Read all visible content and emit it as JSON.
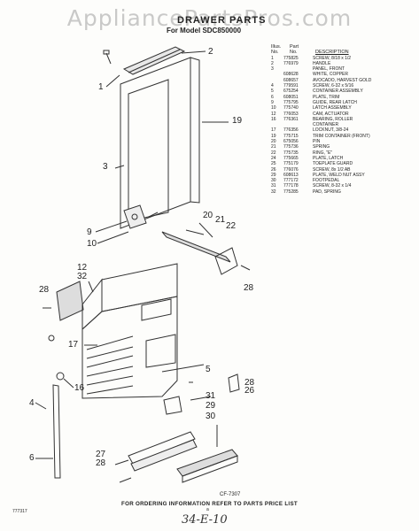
{
  "watermark": "AppliancePartsPros.com",
  "title": "DRAWER PARTS",
  "model": "For Model SDC850000",
  "parts_list": {
    "header": {
      "illus": "Illus.",
      "part": "Part",
      "no": "No.",
      "no2": "No.",
      "desc": "DESCRIPTION"
    },
    "rows": [
      {
        "no": "1",
        "part": "775825",
        "desc": "SCREW, 8/18 x 1/2"
      },
      {
        "no": "2",
        "part": "776979",
        "desc": "HANDLE"
      },
      {
        "no": "3",
        "part": "",
        "desc": "PANEL, FRONT"
      },
      {
        "no": "",
        "part": "608628",
        "desc": "WHITE, COPPER"
      },
      {
        "no": "",
        "part": "608657",
        "desc": "AVOCADO, HARVEST GOLD"
      },
      {
        "no": "4",
        "part": "779591",
        "desc": "SCREW, 6-32 x 5/16"
      },
      {
        "no": "5",
        "part": "675254",
        "desc": "CONTAINER ASSEMBLY"
      },
      {
        "no": "6",
        "part": "608051",
        "desc": "PLATE, TRIM"
      },
      {
        "no": "9",
        "part": "775795",
        "desc": "GUIDE, REAR LATCH"
      },
      {
        "no": "10",
        "part": "775740",
        "desc": "LATCH ASSEMBLY"
      },
      {
        "no": "12",
        "part": "776053",
        "desc": "CAM, ACTUATOR"
      },
      {
        "no": "16",
        "part": "776361",
        "desc": "BEARING, ROLLER"
      },
      {
        "no": "",
        "part": "",
        "desc": "CONTAINER"
      },
      {
        "no": "17",
        "part": "776356",
        "desc": "LOCKNUT, 3/8-24"
      },
      {
        "no": "19",
        "part": "775715",
        "desc": "TRIM CONTAINER (FRONT)"
      },
      {
        "no": "20",
        "part": "675056",
        "desc": "PIN"
      },
      {
        "no": "21",
        "part": "775736",
        "desc": "SPRING"
      },
      {
        "no": "22",
        "part": "775735",
        "desc": "RING, \"E\""
      },
      {
        "no": "24",
        "part": "775665",
        "desc": "PLATE, LATCH"
      },
      {
        "no": "25",
        "part": "775179",
        "desc": "TOEPLATE GUARD"
      },
      {
        "no": "26",
        "part": "776076",
        "desc": "SCREW, 8x 1/2 AB"
      },
      {
        "no": "29",
        "part": "608613",
        "desc": "PLATE, WELD NUT ASSY"
      },
      {
        "no": "30",
        "part": "777172",
        "desc": "FOOTPEDAL"
      },
      {
        "no": "31",
        "part": "777178",
        "desc": "SCREW, 8-32 x 1/4"
      },
      {
        "no": "32",
        "part": "775285",
        "desc": "PAD, SPRING"
      }
    ]
  },
  "callouts": [
    "1",
    "2",
    "19",
    "3",
    "9",
    "10",
    "20",
    "21",
    "22",
    "28",
    "12",
    "32",
    "28",
    "17",
    "5",
    "28",
    "26",
    "16",
    "31",
    "29",
    "30",
    "4",
    "27",
    "28",
    "6"
  ],
  "cf_code": "CF-7307",
  "footer": "FOR ORDERING INFORMATION REFER TO PARTS PRICE LIST",
  "ref_code": "777317",
  "dot": "a",
  "handwritten": "34-E-10"
}
